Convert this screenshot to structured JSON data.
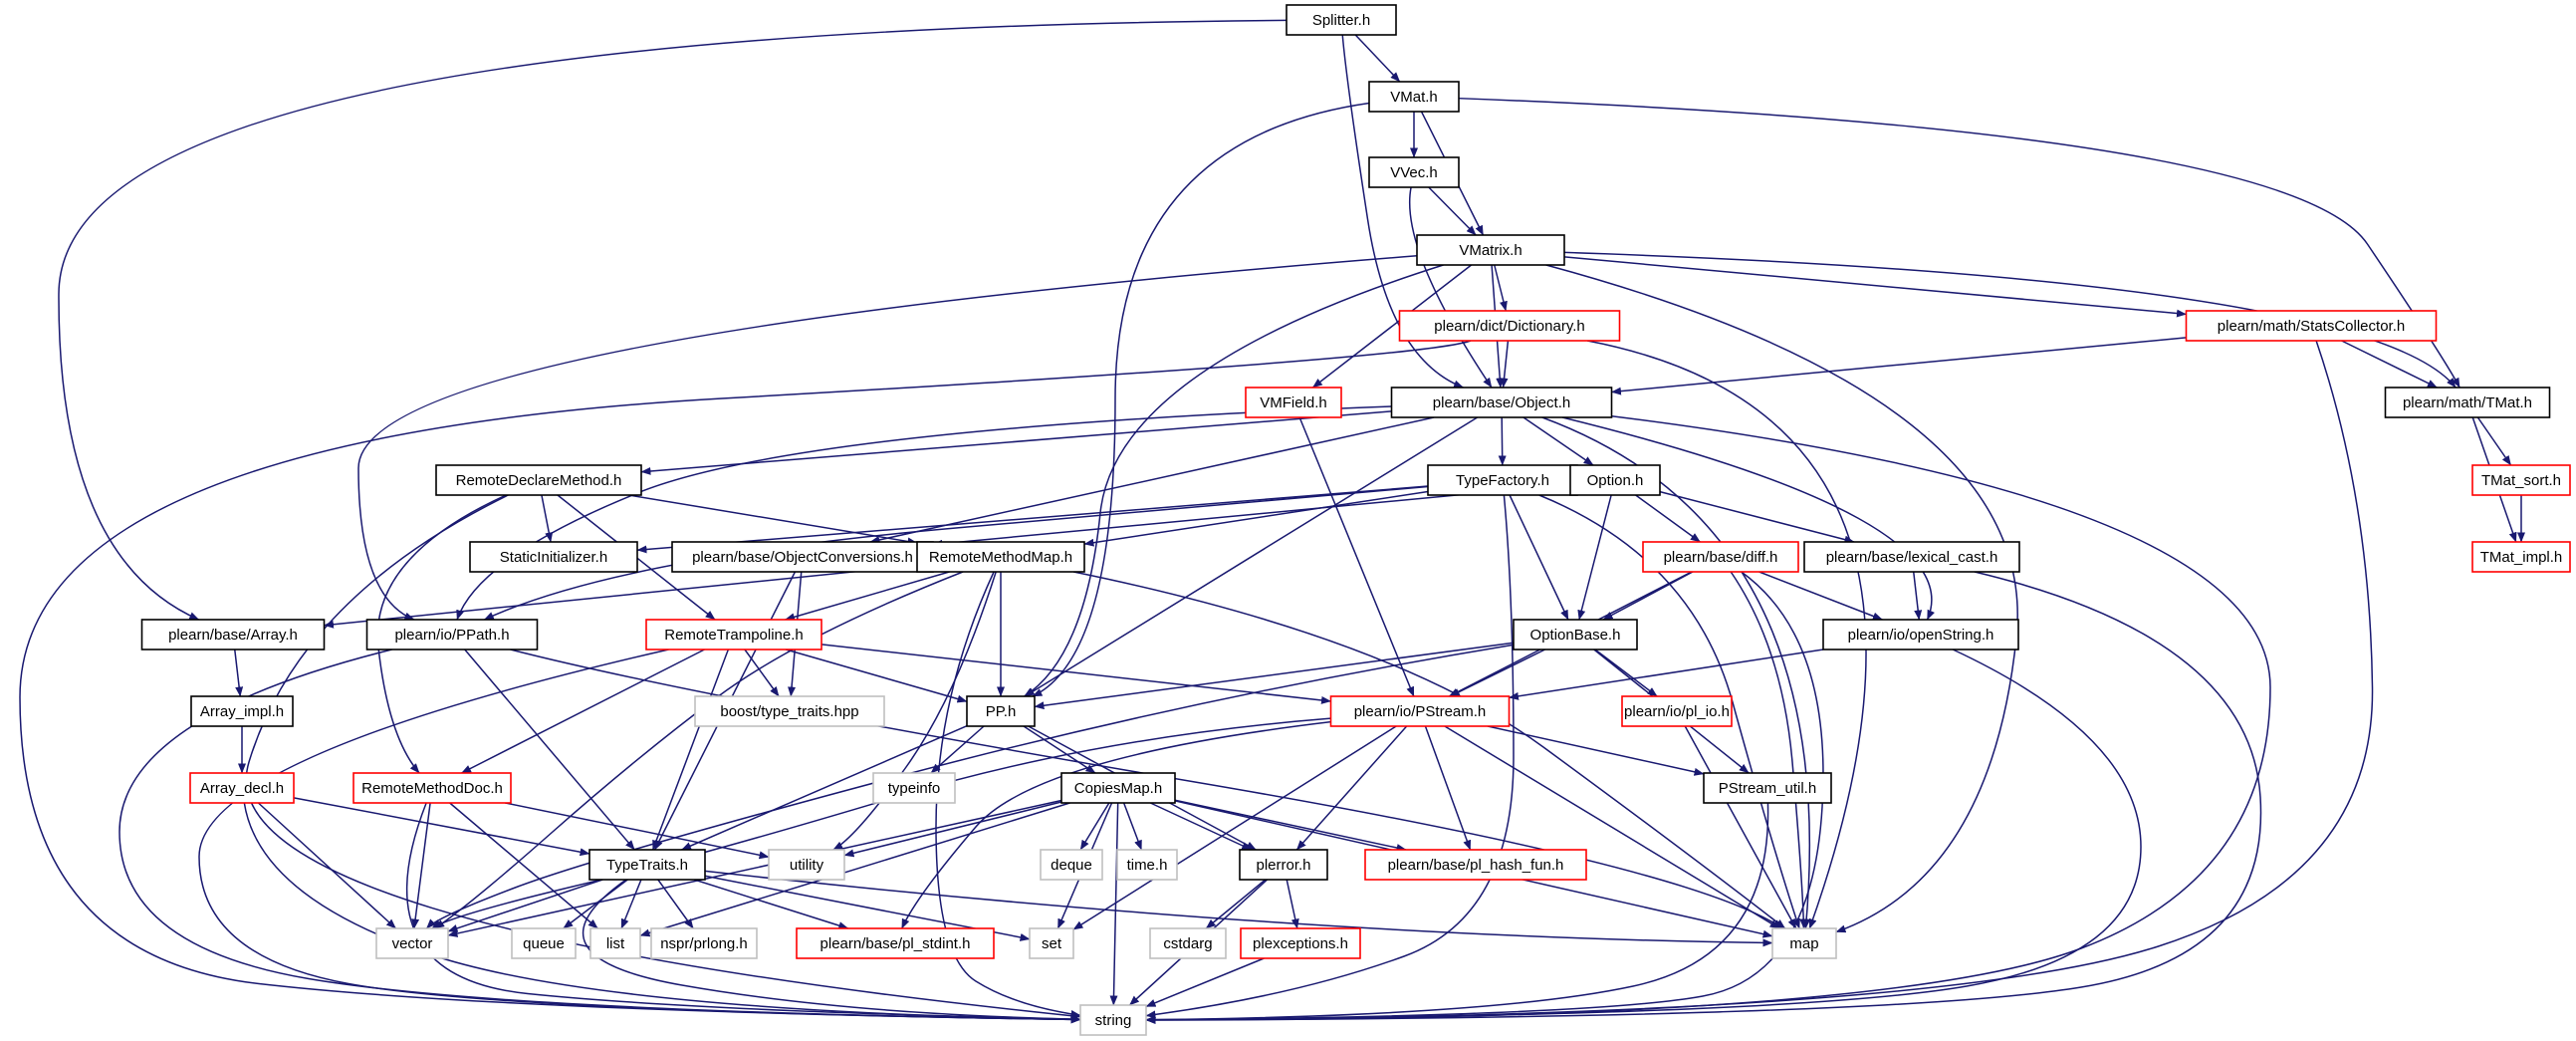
{
  "colors": {
    "edge": "#191970",
    "border_documented": "#000000",
    "border_undocumented": "#ff0000",
    "border_external": "#bfbfbf",
    "fill_root": "#bfbfbf",
    "fill_default": "#ffffff"
  },
  "nodes": [
    {
      "id": "splitter",
      "label": "Splitter.h",
      "kind": "root"
    },
    {
      "id": "vmat",
      "label": "VMat.h",
      "kind": "doc"
    },
    {
      "id": "vvec",
      "label": "VVec.h",
      "kind": "doc"
    },
    {
      "id": "vmatrix",
      "label": "VMatrix.h",
      "kind": "doc"
    },
    {
      "id": "dictionary",
      "label": "plearn/dict/Dictionary.h",
      "kind": "undoc"
    },
    {
      "id": "statscollector",
      "label": "plearn/math/StatsCollector.h",
      "kind": "undoc"
    },
    {
      "id": "vmfield",
      "label": "VMField.h",
      "kind": "undoc"
    },
    {
      "id": "object",
      "label": "plearn/base/Object.h",
      "kind": "doc"
    },
    {
      "id": "tmat",
      "label": "plearn/math/TMat.h",
      "kind": "doc"
    },
    {
      "id": "remotedeclare",
      "label": "RemoteDeclareMethod.h",
      "kind": "doc"
    },
    {
      "id": "typefactory",
      "label": "TypeFactory.h",
      "kind": "doc"
    },
    {
      "id": "option",
      "label": "Option.h",
      "kind": "doc"
    },
    {
      "id": "tmatsort",
      "label": "TMat_sort.h",
      "kind": "undoc"
    },
    {
      "id": "staticinit",
      "label": "StaticInitializer.h",
      "kind": "doc"
    },
    {
      "id": "objconv",
      "label": "plearn/base/ObjectConversions.h",
      "kind": "doc"
    },
    {
      "id": "remotemap",
      "label": "RemoteMethodMap.h",
      "kind": "doc"
    },
    {
      "id": "diff",
      "label": "plearn/base/diff.h",
      "kind": "undoc"
    },
    {
      "id": "lexcast",
      "label": "plearn/base/lexical_cast.h",
      "kind": "doc"
    },
    {
      "id": "tmatimpl",
      "label": "TMat_impl.h",
      "kind": "undoc"
    },
    {
      "id": "array",
      "label": "plearn/base/Array.h",
      "kind": "doc"
    },
    {
      "id": "ppath",
      "label": "plearn/io/PPath.h",
      "kind": "doc"
    },
    {
      "id": "trampoline",
      "label": "RemoteTrampoline.h",
      "kind": "undoc"
    },
    {
      "id": "optionbase",
      "label": "OptionBase.h",
      "kind": "doc"
    },
    {
      "id": "openstring",
      "label": "plearn/io/openString.h",
      "kind": "doc"
    },
    {
      "id": "boosttt",
      "label": "boost/type_traits.hpp",
      "kind": "ext"
    },
    {
      "id": "arrayimpl",
      "label": "Array_impl.h",
      "kind": "doc"
    },
    {
      "id": "pp",
      "label": "PP.h",
      "kind": "doc"
    },
    {
      "id": "pstream",
      "label": "plearn/io/PStream.h",
      "kind": "undoc"
    },
    {
      "id": "plio",
      "label": "plearn/io/pl_io.h",
      "kind": "undoc"
    },
    {
      "id": "typeinfo",
      "label": "typeinfo",
      "kind": "ext"
    },
    {
      "id": "arraydecl",
      "label": "Array_decl.h",
      "kind": "undoc"
    },
    {
      "id": "remotedoc",
      "label": "RemoteMethodDoc.h",
      "kind": "undoc"
    },
    {
      "id": "copiesmap",
      "label": "CopiesMap.h",
      "kind": "doc"
    },
    {
      "id": "pstreamutil",
      "label": "PStream_util.h",
      "kind": "doc"
    },
    {
      "id": "utility",
      "label": "utility",
      "kind": "ext"
    },
    {
      "id": "typetraits",
      "label": "TypeTraits.h",
      "kind": "doc"
    },
    {
      "id": "deque",
      "label": "deque",
      "kind": "ext"
    },
    {
      "id": "timeh",
      "label": "time.h",
      "kind": "ext"
    },
    {
      "id": "plerror",
      "label": "plerror.h",
      "kind": "doc"
    },
    {
      "id": "hashfun",
      "label": "plearn/base/pl_hash_fun.h",
      "kind": "undoc"
    },
    {
      "id": "vector",
      "label": "vector",
      "kind": "ext"
    },
    {
      "id": "queue",
      "label": "queue",
      "kind": "ext"
    },
    {
      "id": "list",
      "label": "list",
      "kind": "ext"
    },
    {
      "id": "prlong",
      "label": "nspr/prlong.h",
      "kind": "ext"
    },
    {
      "id": "stdint",
      "label": "plearn/base/pl_stdint.h",
      "kind": "undoc"
    },
    {
      "id": "set",
      "label": "set",
      "kind": "ext"
    },
    {
      "id": "cstdarg",
      "label": "cstdarg",
      "kind": "ext"
    },
    {
      "id": "plexceptions",
      "label": "plexceptions.h",
      "kind": "undoc"
    },
    {
      "id": "map",
      "label": "map",
      "kind": "ext"
    },
    {
      "id": "string",
      "label": "string",
      "kind": "ext"
    }
  ],
  "edges": [
    [
      "splitter",
      "vmat"
    ],
    [
      "splitter",
      "object"
    ],
    [
      "splitter",
      "array"
    ],
    [
      "vmat",
      "vvec"
    ],
    [
      "vmat",
      "vmatrix"
    ],
    [
      "vmat",
      "tmat"
    ],
    [
      "vmat",
      "pp"
    ],
    [
      "vvec",
      "vmatrix"
    ],
    [
      "vvec",
      "object"
    ],
    [
      "vmatrix",
      "dictionary"
    ],
    [
      "vmatrix",
      "statscollector"
    ],
    [
      "vmatrix",
      "vmfield"
    ],
    [
      "vmatrix",
      "object"
    ],
    [
      "vmatrix",
      "tmat"
    ],
    [
      "vmatrix",
      "ppath"
    ],
    [
      "vmatrix",
      "pp"
    ],
    [
      "vmatrix",
      "map"
    ],
    [
      "dictionary",
      "object"
    ],
    [
      "dictionary",
      "map"
    ],
    [
      "dictionary",
      "string"
    ],
    [
      "statscollector",
      "object"
    ],
    [
      "statscollector",
      "tmat"
    ],
    [
      "statscollector",
      "string"
    ],
    [
      "vmfield",
      "pstream"
    ],
    [
      "object",
      "remotedeclare"
    ],
    [
      "object",
      "typefactory"
    ],
    [
      "object",
      "option"
    ],
    [
      "object",
      "objconv"
    ],
    [
      "object",
      "ppath"
    ],
    [
      "object",
      "pp"
    ],
    [
      "object",
      "openstring"
    ],
    [
      "object",
      "map"
    ],
    [
      "object",
      "string"
    ],
    [
      "tmat",
      "tmatsort"
    ],
    [
      "tmat",
      "tmatimpl"
    ],
    [
      "tmatsort",
      "tmatimpl"
    ],
    [
      "remotedeclare",
      "staticinit"
    ],
    [
      "remotedeclare",
      "remotemap"
    ],
    [
      "remotedeclare",
      "trampoline"
    ],
    [
      "remotedeclare",
      "remotedoc"
    ],
    [
      "remotedeclare",
      "string"
    ],
    [
      "typefactory",
      "staticinit"
    ],
    [
      "typefactory",
      "remotemap"
    ],
    [
      "typefactory",
      "ppath"
    ],
    [
      "typefactory",
      "optionbase"
    ],
    [
      "typefactory",
      "map"
    ],
    [
      "typefactory",
      "string"
    ],
    [
      "option",
      "objconv"
    ],
    [
      "option",
      "diff"
    ],
    [
      "option",
      "lexcast"
    ],
    [
      "option",
      "optionbase"
    ],
    [
      "objconv",
      "boosttt"
    ],
    [
      "objconv",
      "typetraits"
    ],
    [
      "remotemap",
      "array"
    ],
    [
      "remotemap",
      "trampoline"
    ],
    [
      "remotemap",
      "pp"
    ],
    [
      "remotemap",
      "vector"
    ],
    [
      "remotemap",
      "utility"
    ],
    [
      "remotemap",
      "map"
    ],
    [
      "remotemap",
      "string"
    ],
    [
      "diff",
      "optionbase"
    ],
    [
      "diff",
      "openstring"
    ],
    [
      "diff",
      "pstream"
    ],
    [
      "diff",
      "map"
    ],
    [
      "diff",
      "string"
    ],
    [
      "lexcast",
      "openstring"
    ],
    [
      "lexcast",
      "string"
    ],
    [
      "array",
      "arrayimpl"
    ],
    [
      "arrayimpl",
      "arraydecl"
    ],
    [
      "arraydecl",
      "typetraits"
    ],
    [
      "arraydecl",
      "vector"
    ],
    [
      "arraydecl",
      "string"
    ],
    [
      "ppath",
      "typetraits"
    ],
    [
      "ppath",
      "map"
    ],
    [
      "ppath",
      "string"
    ],
    [
      "trampoline",
      "boosttt"
    ],
    [
      "trampoline",
      "pp"
    ],
    [
      "trampoline",
      "pstream"
    ],
    [
      "trampoline",
      "remotedoc"
    ],
    [
      "trampoline",
      "typetraits"
    ],
    [
      "trampoline",
      "string"
    ],
    [
      "optionbase",
      "pp"
    ],
    [
      "optionbase",
      "pstream"
    ],
    [
      "optionbase",
      "plio"
    ],
    [
      "optionbase",
      "pstreamutil"
    ],
    [
      "optionbase",
      "vector"
    ],
    [
      "openstring",
      "pstream"
    ],
    [
      "openstring",
      "string"
    ],
    [
      "pp",
      "typeinfo"
    ],
    [
      "pp",
      "copiesmap"
    ],
    [
      "pp",
      "plerror"
    ],
    [
      "pp",
      "typetraits"
    ],
    [
      "pstream",
      "pstreamutil"
    ],
    [
      "pstream",
      "plerror"
    ],
    [
      "pstream",
      "hashfun"
    ],
    [
      "pstream",
      "stdint"
    ],
    [
      "pstream",
      "set"
    ],
    [
      "pstream",
      "map"
    ],
    [
      "pstream",
      "vector"
    ],
    [
      "plio",
      "map"
    ],
    [
      "pstreamutil",
      "string"
    ],
    [
      "remotedoc",
      "utility"
    ],
    [
      "remotedoc",
      "vector"
    ],
    [
      "remotedoc",
      "list"
    ],
    [
      "remotedoc",
      "string"
    ],
    [
      "copiesmap",
      "utility"
    ],
    [
      "copiesmap",
      "deque"
    ],
    [
      "copiesmap",
      "timeh"
    ],
    [
      "copiesmap",
      "plerror"
    ],
    [
      "copiesmap",
      "hashfun"
    ],
    [
      "copiesmap",
      "vector"
    ],
    [
      "copiesmap",
      "list"
    ],
    [
      "copiesmap",
      "set"
    ],
    [
      "copiesmap",
      "map"
    ],
    [
      "copiesmap",
      "string"
    ],
    [
      "typetraits",
      "vector"
    ],
    [
      "typetraits",
      "queue"
    ],
    [
      "typetraits",
      "list"
    ],
    [
      "typetraits",
      "prlong"
    ],
    [
      "typetraits",
      "stdint"
    ],
    [
      "typetraits",
      "set"
    ],
    [
      "typetraits",
      "map"
    ],
    [
      "typetraits",
      "string"
    ],
    [
      "plerror",
      "cstdarg"
    ],
    [
      "plerror",
      "plexceptions"
    ],
    [
      "plerror",
      "string"
    ],
    [
      "plexceptions",
      "string"
    ]
  ]
}
